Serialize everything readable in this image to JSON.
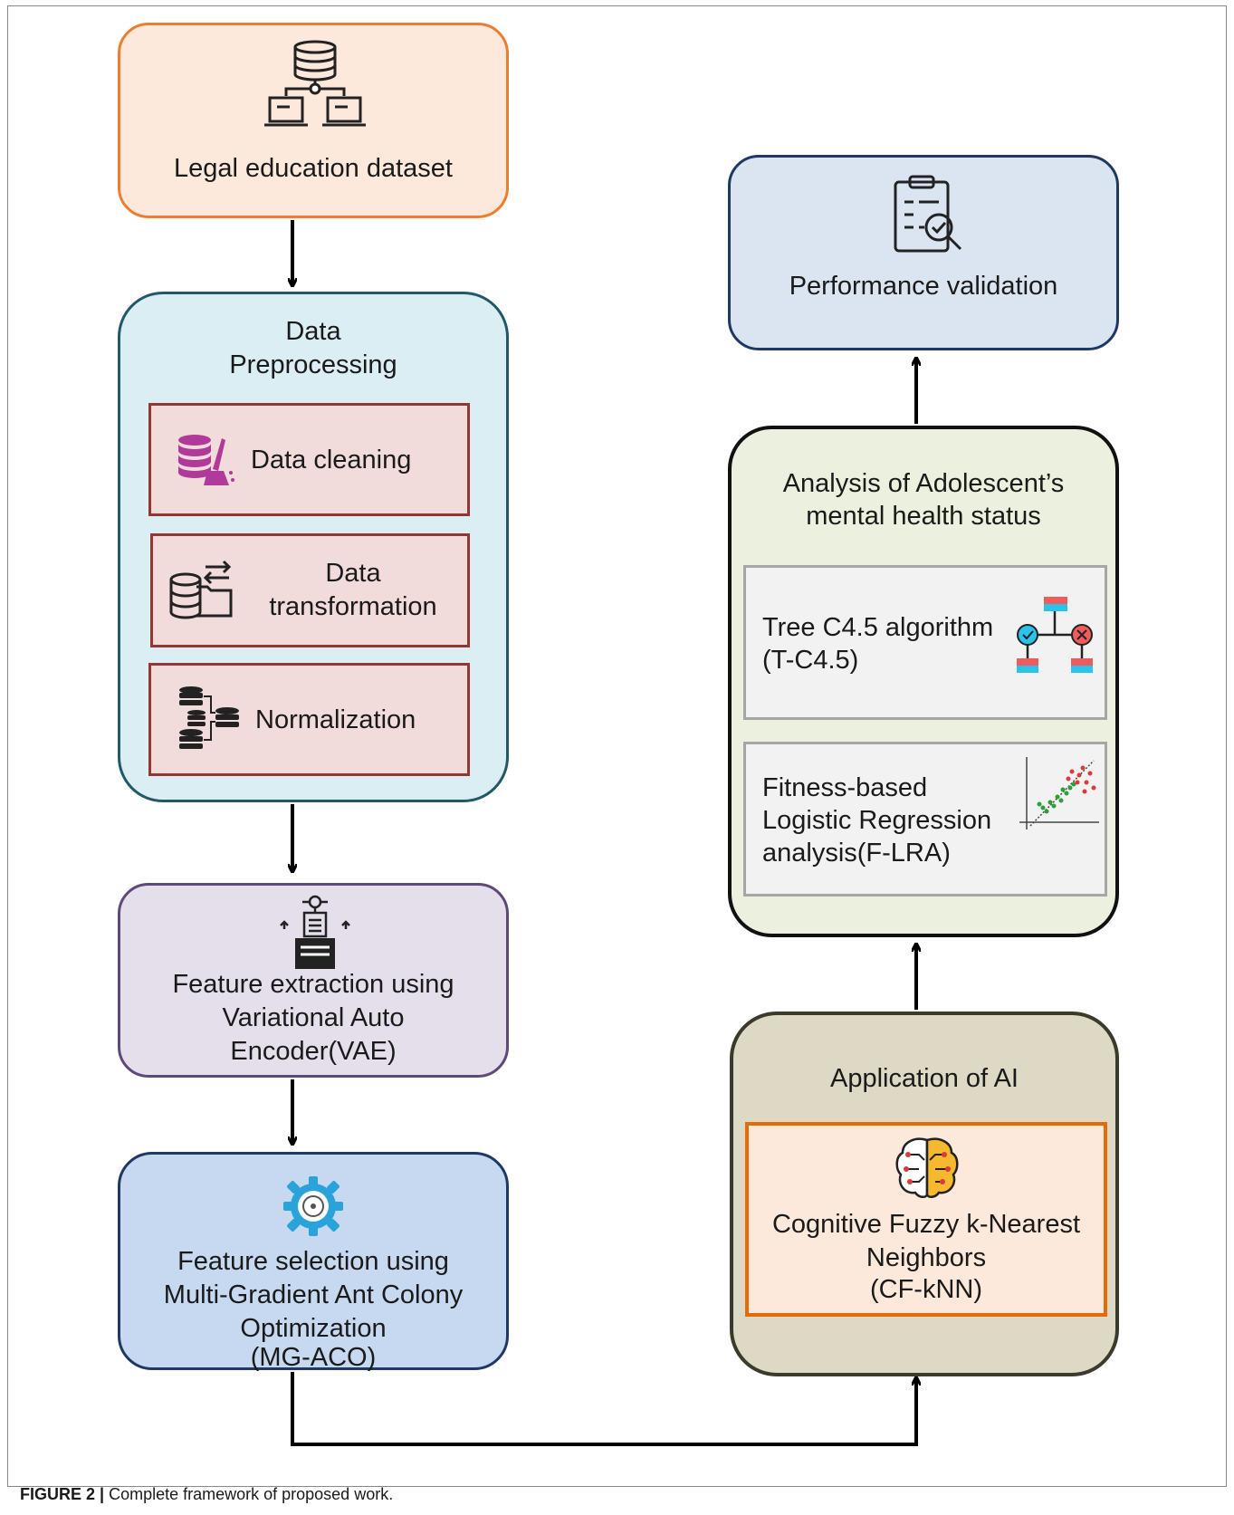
{
  "nodes": {
    "dataset": {
      "label": "Legal education dataset"
    },
    "preprocessing": {
      "title_line1": "Data",
      "title_line2": "Preprocessing",
      "steps": [
        {
          "label": "Data cleaning"
        },
        {
          "label_line1": "Data",
          "label_line2": "transformation"
        },
        {
          "label": "Normalization"
        }
      ]
    },
    "feature_extraction": {
      "line1": "Feature extraction using",
      "line2": "Variational Auto",
      "line3": "Encoder(VAE)"
    },
    "feature_selection": {
      "line1": "Feature selection using",
      "line2": "Multi-Gradient Ant Colony",
      "line3": "Optimization",
      "line4": "(MG-ACO)"
    },
    "application_ai": {
      "title": "Application of AI",
      "method_line1": "Cognitive Fuzzy k-Nearest",
      "method_line2": "Neighbors",
      "method_line3": "(CF-kNN)"
    },
    "analysis": {
      "title_line1": "Analysis of Adolescent’s",
      "title_line2": "mental health status",
      "methods": [
        {
          "line1": "Tree C4.5 algorithm",
          "line2": "(T-C4.5)"
        },
        {
          "line1": "Fitness-based",
          "line2": "Logistic Regression",
          "line3": "analysis(F-LRA)"
        }
      ]
    },
    "performance": {
      "label": "Performance validation"
    }
  },
  "icons": [
    "database-network-icon",
    "data-cleaning-icon",
    "data-transformation-icon",
    "normalization-icon",
    "encoder-icon",
    "gear-icon",
    "brain-icon",
    "decision-tree-icon",
    "scatter-plot-icon",
    "clipboard-check-icon"
  ],
  "colors": {
    "dataset_fill": "#fde9dc",
    "dataset_border": "#ed7d31",
    "preprocess_fill": "#daeef3",
    "preprocess_border": "#215967",
    "step_fill": "#f2dcdb",
    "step_border": "#943634",
    "vae_fill": "#e5dfec",
    "vae_border": "#5f497a",
    "aco_fill": "#c6d9f1",
    "aco_border": "#1f3864",
    "ai_fill": "#ddd9c4",
    "ai_border": "#3b3b2b",
    "ai_inner_fill": "#fde9dc",
    "ai_inner_border": "#e36c09",
    "analysis_fill": "#ebf1de",
    "analysis_border": "#111111",
    "method_fill": "#f2f2f2",
    "method_border": "#a6a6a6",
    "perf_fill": "#dbe5f1",
    "perf_border": "#1f3864"
  },
  "caption": {
    "label": "FIGURE 2 |",
    "text": " Complete framework of proposed work."
  }
}
